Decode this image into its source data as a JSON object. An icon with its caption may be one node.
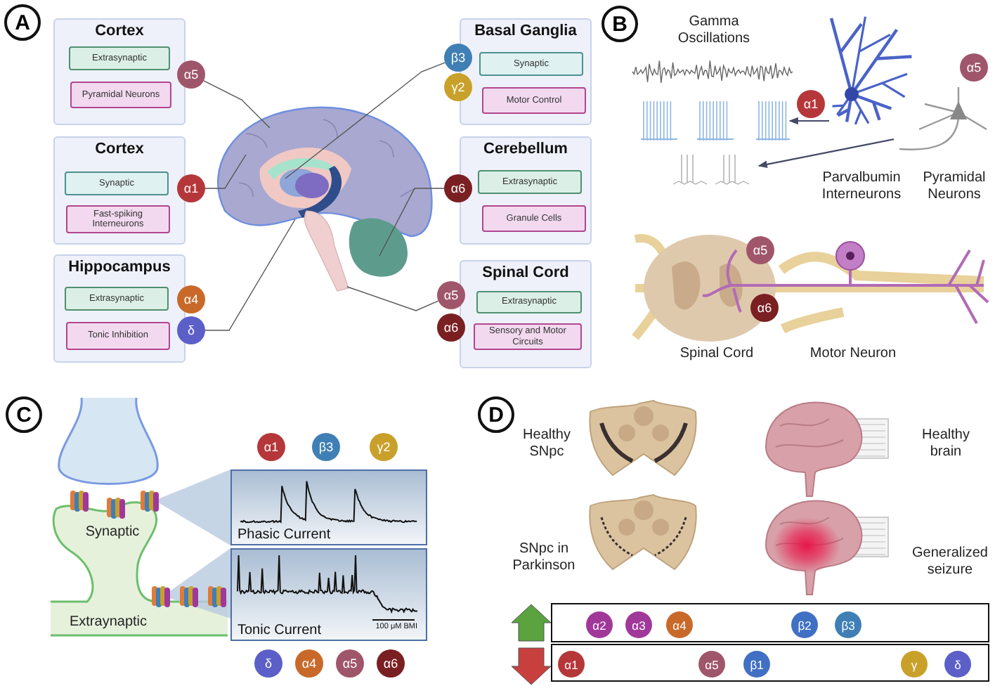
{
  "diagram": {
    "nodes": [
      {
        "text": [
          "Cortex"
        ]
      },
      {
        "text": [
          "Extrasynaptic"
        ],
        "in": 0
      },
      {
        "text": [
          "Pyramidal Neurons"
        ],
        "in": 0
      },
      {
        "text": [
          "α5"
        ]
      },
      {
        "text": [
          "Cortex"
        ]
      },
      {
        "text": [
          "Synaptic"
        ],
        "in": 4
      },
      {
        "text": [
          "Fast-spiking Interneurons"
        ],
        "in": 4
      },
      {
        "text": [
          "α1"
        ]
      },
      {
        "text": [
          "Hippocampus"
        ]
      },
      {
        "text": [
          "Extrasynaptic"
        ],
        "in": 8
      },
      {
        "text": [
          "Tonic Inhibition"
        ],
        "in": 8
      },
      {
        "text": [
          "α4"
        ]
      },
      {
        "text": [
          "δ"
        ]
      },
      {
        "text": [
          "Basal Ganglia"
        ]
      },
      {
        "text": [
          "Synaptic"
        ],
        "in": 13
      },
      {
        "text": [
          "Motor Control"
        ],
        "in": 13
      },
      {
        "text": [
          "β3"
        ]
      },
      {
        "text": [
          "γ2"
        ]
      },
      {
        "text": [
          "Cerebellum"
        ]
      },
      {
        "text": [
          "Extrasynaptic"
        ],
        "in": 18
      },
      {
        "text": [
          "Granule Cells"
        ],
        "in": 18
      },
      {
        "text": [
          "α6"
        ]
      },
      {
        "text": [
          "Spinal Cord"
        ]
      },
      {
        "text": [
          "Extrasynaptic"
        ],
        "in": 22
      },
      {
        "text": [
          "Sensory and Motor Circuits"
        ],
        "in": 22
      },
      {
        "text": [
          "α5"
        ]
      },
      {
        "text": [
          "α6"
        ]
      },
      {
        "text": [
          "α1"
        ]
      },
      {
        "text": [
          "α5"
        ]
      },
      {
        "text": [],
        "shape": "picture"
      },
      {
        "text": [],
        "shape": "picture"
      },
      {
        "text": [],
        "shape": "picture"
      },
      {
        "text": [],
        "shape": "picture"
      },
      {
        "text": [
          "α5"
        ]
      },
      {
        "text": [
          "α6"
        ]
      },
      {
        "text": [
          "α1"
        ]
      },
      {
        "text": [
          "β3"
        ]
      },
      {
        "text": [
          "γ2"
        ]
      },
      {
        "text": [
          "Phasic Current"
        ]
      },
      {
        "text": [
          "Tonic Current",
          "100 μM BMI"
        ]
      },
      {
        "text": [
          "δ"
        ]
      },
      {
        "text": [
          "α4"
        ]
      },
      {
        "text": [
          "α5"
        ]
      },
      {
        "text": [
          "α6"
        ]
      },
      {
        "text": [],
        "shape": "box"
      },
      {
        "text": [
          "α2"
        ],
        "in": 44
      },
      {
        "text": [
          "α3"
        ],
        "in": 44
      },
      {
        "text": [
          "α4"
        ],
        "in": 44
      },
      {
        "text": [
          "β2"
        ],
        "in": 44
      },
      {
        "text": [
          "β3"
        ],
        "in": 44
      },
      {
        "text": [],
        "shape": "box"
      },
      {
        "text": [
          "α1"
        ],
        "in": 50
      },
      {
        "text": [
          "α5"
        ],
        "in": 50
      },
      {
        "text": [
          "β1"
        ],
        "in": 50
      },
      {
        "text": [
          "γ"
        ],
        "in": 50
      },
      {
        "text": [
          "δ"
        ],
        "in": 50
      }
    ],
    "edges": [
      {
        "from": 3,
        "to": null,
        "arrow": "none"
      },
      {
        "from": 7,
        "to": null,
        "arrow": "none"
      },
      {
        "from": 12,
        "to": null,
        "arrow": "none"
      },
      {
        "from": 16,
        "to": null,
        "arrow": "none"
      },
      {
        "from": 21,
        "to": null,
        "arrow": "none"
      },
      {
        "from": 25,
        "to": null,
        "arrow": "none"
      },
      {
        "from": 29,
        "to": 31,
        "arrow": "to"
      },
      {
        "from": 30,
        "to": 32,
        "arrow": "to"
      }
    ],
    "labels": [
      "A",
      "B",
      "Gamma Oscillations",
      "Parvalbumin Interneurons",
      "Pyramidal Neurons",
      "Spinal Cord",
      "Motor Neuron",
      "C",
      "Synaptic",
      "Extraynaptic",
      "D",
      "Healthy SNpc",
      "Healthy brain",
      "SNpc in Parkinson",
      "Generalized seizure"
    ]
  }
}
